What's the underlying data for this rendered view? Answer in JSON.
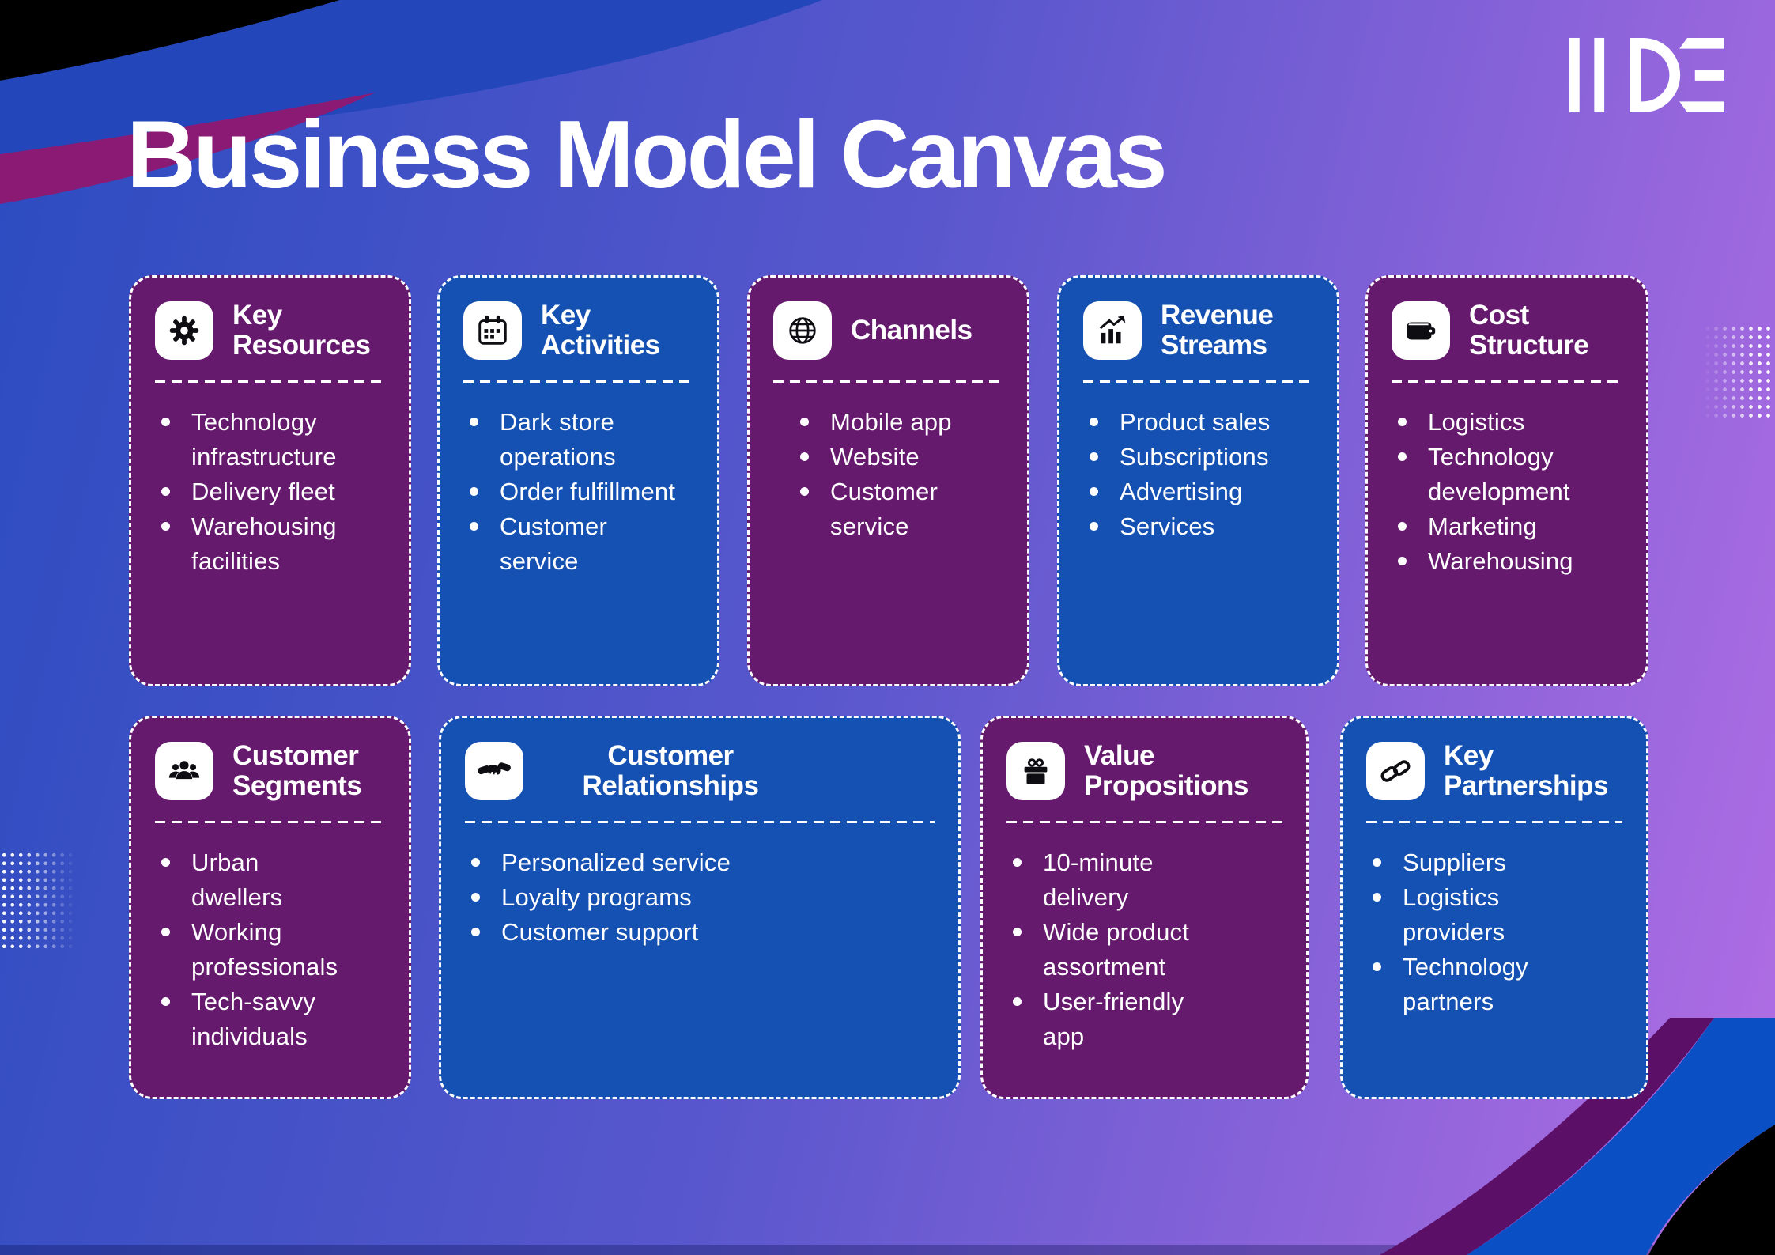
{
  "page": {
    "title": "Business Model Canvas"
  },
  "logo": {
    "text": "IIDE"
  },
  "theme": {
    "bgLeft": "#2b4cc0",
    "bgMid": "#5a57cd",
    "bgRight": "#b26de4",
    "purpleCard": "#661a6e",
    "blueCard": "#1551b2",
    "chipBg": "#ffffff",
    "iconColor": "#0d0d12",
    "waveBlue": "#2347bb",
    "waveMagenta": "#8a1a74",
    "cornerBlue": "#0b4fc4",
    "cornerPurple": "#5b0f67",
    "black": "#000000",
    "textWhite": "#ffffff"
  },
  "cards": [
    {
      "title": "Key Resources",
      "icon": "gear-icon",
      "color": "purple",
      "items": [
        "Technology infrastructure",
        "Delivery fleet",
        "Warehousing facilities"
      ]
    },
    {
      "title": "Key Activities",
      "icon": "calendar-icon",
      "color": "blue",
      "items": [
        "Dark store operations",
        "Order fulfillment",
        "Customer service"
      ]
    },
    {
      "title": "Channels",
      "icon": "globe-icon",
      "color": "purple",
      "items": [
        "Mobile app",
        "Website",
        "Customer service"
      ]
    },
    {
      "title": "Revenue Streams",
      "icon": "growth-chart-icon",
      "color": "blue",
      "items": [
        "Product sales",
        "Subscriptions",
        "Advertising",
        "Services"
      ]
    },
    {
      "title": "Cost Structure",
      "icon": "wallet-icon",
      "color": "purple",
      "items": [
        "Logistics",
        "Technology development",
        "Marketing",
        "Warehousing"
      ]
    },
    {
      "title": "Customer Segments",
      "icon": "people-icon",
      "color": "purple",
      "items": [
        "Urban dwellers",
        "Working professionals",
        "Tech-savvy individuals"
      ]
    },
    {
      "title": "Customer Relationships",
      "icon": "handshake-icon",
      "color": "blue",
      "items": [
        "Personalized service",
        "Loyalty programs",
        "Customer support"
      ]
    },
    {
      "title": "Value Propositions",
      "icon": "gift-icon",
      "color": "purple",
      "items": [
        "10-minute delivery",
        "Wide product assortment",
        "User-friendly app"
      ]
    },
    {
      "title": "Key Partnerships",
      "icon": "link-icon",
      "color": "blue",
      "items": [
        "Suppliers",
        "Logistics providers",
        "Technology partners"
      ]
    }
  ]
}
